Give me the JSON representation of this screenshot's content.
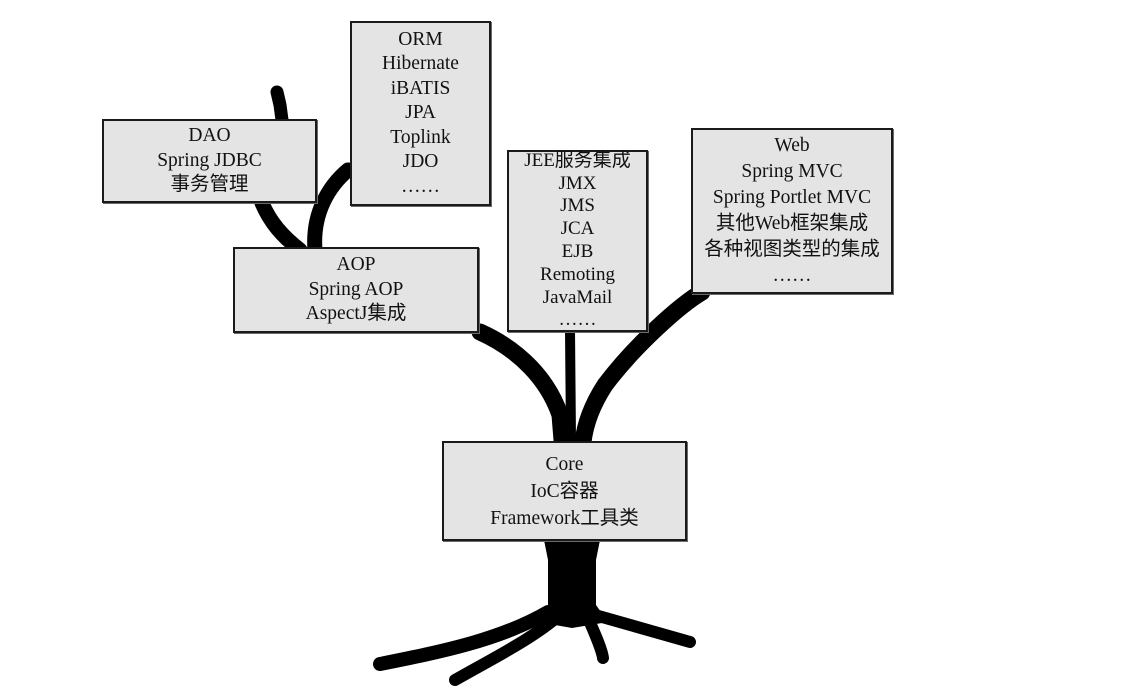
{
  "diagram": {
    "boxes": [
      {
        "id": "dao",
        "lines": [
          "DAO",
          "Spring JDBC",
          "事务管理"
        ]
      },
      {
        "id": "orm",
        "lines": [
          "ORM",
          "Hibernate",
          "iBATIS",
          "JPA",
          "Toplink",
          "JDO",
          "……"
        ]
      },
      {
        "id": "aop",
        "lines": [
          "AOP",
          "Spring AOP",
          "AspectJ集成"
        ]
      },
      {
        "id": "jee",
        "lines": [
          "JEE服务集成",
          "JMX",
          "JMS",
          "JCA",
          "EJB",
          "Remoting",
          "JavaMail",
          "……"
        ]
      },
      {
        "id": "web",
        "lines": [
          "Web",
          "Spring MVC",
          "Spring Portlet MVC",
          "其他Web框架集成",
          "各种视图类型的集成",
          "……"
        ]
      },
      {
        "id": "core",
        "lines": [
          "Core",
          "IoC容器",
          "Framework工具类"
        ]
      }
    ],
    "colors": {
      "box_fill": "#e4e4e4",
      "box_border": "#1a1a1a",
      "trunk": "#000000"
    }
  }
}
